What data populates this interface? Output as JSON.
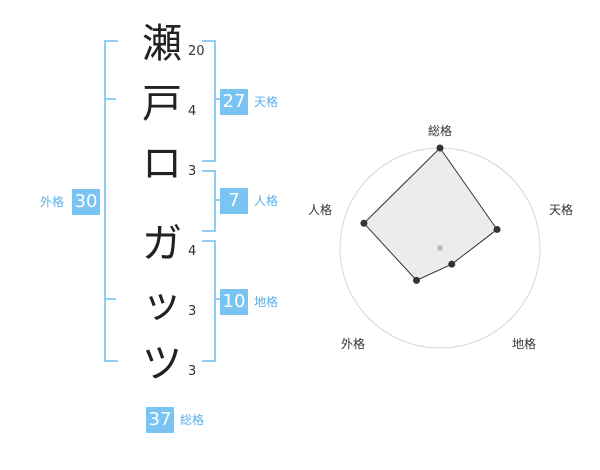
{
  "name_chars": [
    {
      "char": "瀬",
      "strokes": "20"
    },
    {
      "char": "戸",
      "strokes": "4"
    },
    {
      "char": "ロ",
      "strokes": "3"
    },
    {
      "char": "ガ",
      "strokes": "4"
    },
    {
      "char": "ッ",
      "strokes": "3"
    },
    {
      "char": "ツ",
      "strokes": "3"
    }
  ],
  "kaku": {
    "tenkaku": {
      "value": "27",
      "label": "天格"
    },
    "jinkaku": {
      "value": "7",
      "label": "人格"
    },
    "chikaku": {
      "value": "10",
      "label": "地格"
    },
    "gaikaku": {
      "value": "30",
      "label": "外格"
    },
    "soukaku": {
      "value": "37",
      "label": "総格"
    }
  },
  "colors": {
    "accent": "#79c4f2",
    "bracket": "#8fcdf5",
    "label": "#5aaee8"
  },
  "radar": {
    "axes": [
      "総格",
      "天格",
      "地格",
      "外格",
      "人格"
    ],
    "levels": 5,
    "values": [
      5,
      3,
      1,
      2,
      4
    ]
  }
}
